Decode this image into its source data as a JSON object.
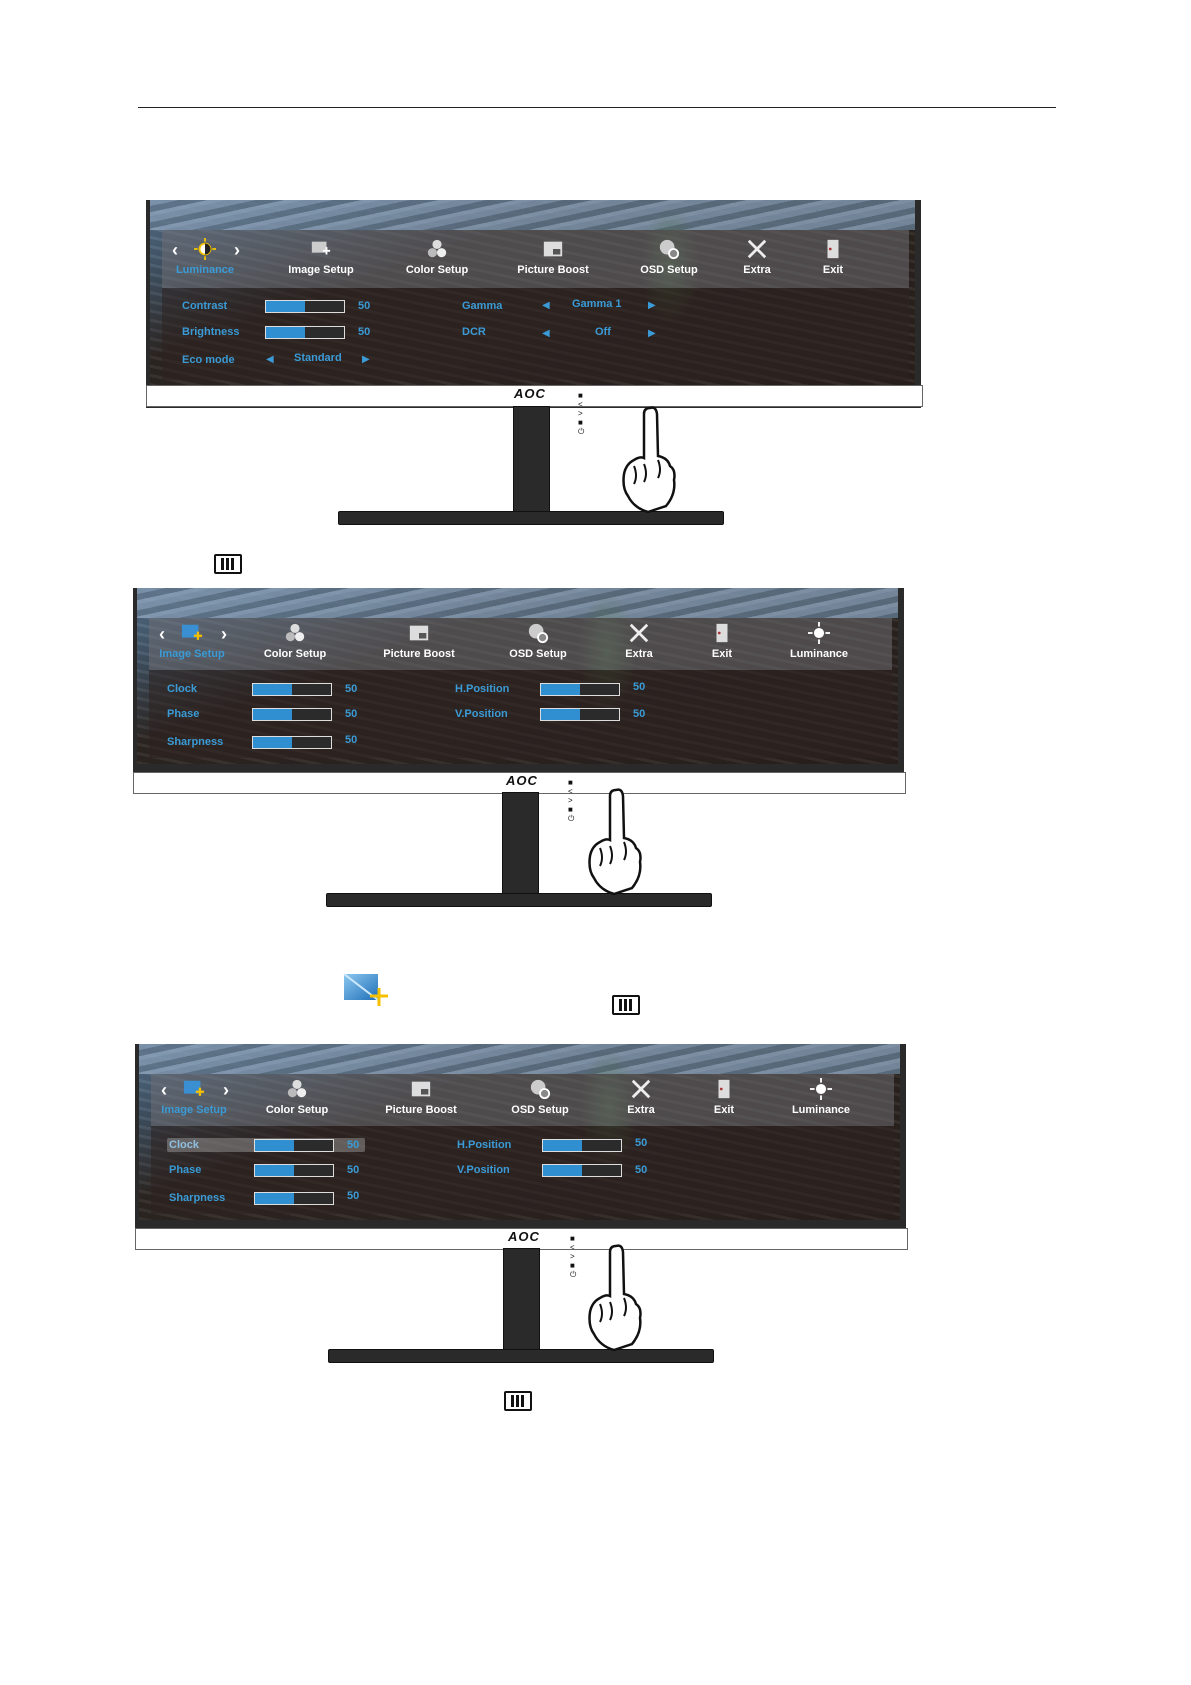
{
  "osd1": {
    "tabs": [
      {
        "label": "Luminance",
        "icon": "sun-icon",
        "active": true
      },
      {
        "label": "Image Setup",
        "icon": "image-setup-icon"
      },
      {
        "label": "Color Setup",
        "icon": "color-setup-icon"
      },
      {
        "label": "Picture Boost",
        "icon": "picture-boost-icon"
      },
      {
        "label": "OSD Setup",
        "icon": "osd-setup-icon"
      },
      {
        "label": "Extra",
        "icon": "tools-icon"
      },
      {
        "label": "Exit",
        "icon": "exit-door-icon"
      }
    ],
    "items": [
      {
        "label": "Contrast",
        "value": "50",
        "level": 50
      },
      {
        "label": "Brightness",
        "value": "50",
        "level": 50
      },
      {
        "label": "Eco mode",
        "value": "Standard"
      },
      {
        "label": "Gamma",
        "value": "Gamma 1"
      },
      {
        "label": "DCR",
        "value": "Off"
      }
    ]
  },
  "osd2": {
    "tabs": [
      {
        "label": "Image Setup",
        "icon": "image-setup-icon",
        "active": true
      },
      {
        "label": "Color Setup",
        "icon": "color-setup-icon"
      },
      {
        "label": "Picture Boost",
        "icon": "picture-boost-icon"
      },
      {
        "label": "OSD Setup",
        "icon": "osd-setup-icon"
      },
      {
        "label": "Extra",
        "icon": "tools-icon"
      },
      {
        "label": "Exit",
        "icon": "exit-door-icon"
      },
      {
        "label": "Luminance",
        "icon": "sun-icon"
      }
    ],
    "items": [
      {
        "label": "Clock",
        "value": "50",
        "level": 50
      },
      {
        "label": "Phase",
        "value": "50",
        "level": 50
      },
      {
        "label": "Sharpness",
        "value": "50",
        "level": 50
      },
      {
        "label": "H.Position",
        "value": "50",
        "level": 50
      },
      {
        "label": "V.Position",
        "value": "50",
        "level": 50
      }
    ]
  },
  "osd3": {
    "tabs": [
      {
        "label": "Image Setup",
        "icon": "image-setup-icon",
        "active": true
      },
      {
        "label": "Color Setup",
        "icon": "color-setup-icon"
      },
      {
        "label": "Picture Boost",
        "icon": "picture-boost-icon"
      },
      {
        "label": "OSD Setup",
        "icon": "osd-setup-icon"
      },
      {
        "label": "Extra",
        "icon": "tools-icon"
      },
      {
        "label": "Exit",
        "icon": "exit-door-icon"
      },
      {
        "label": "Luminance",
        "icon": "sun-icon"
      }
    ],
    "items": [
      {
        "label": "Clock",
        "value": "50",
        "level": 50,
        "selected": true
      },
      {
        "label": "Phase",
        "value": "50",
        "level": 50
      },
      {
        "label": "Sharpness",
        "value": "50",
        "level": 50
      },
      {
        "label": "H.Position",
        "value": "50",
        "level": 50
      },
      {
        "label": "V.Position",
        "value": "50",
        "level": 50
      }
    ]
  },
  "brand_logo": "AOC",
  "bezel_buttons": "■ < > ■ ⏻",
  "icons": {
    "menu_key": "menu-key-icon",
    "hand": "pointing-hand-icon",
    "image_setup": "image-setup-icon"
  },
  "colors": {
    "accent": "#3a9bd6",
    "bar_fill": "#2f8fd0"
  }
}
